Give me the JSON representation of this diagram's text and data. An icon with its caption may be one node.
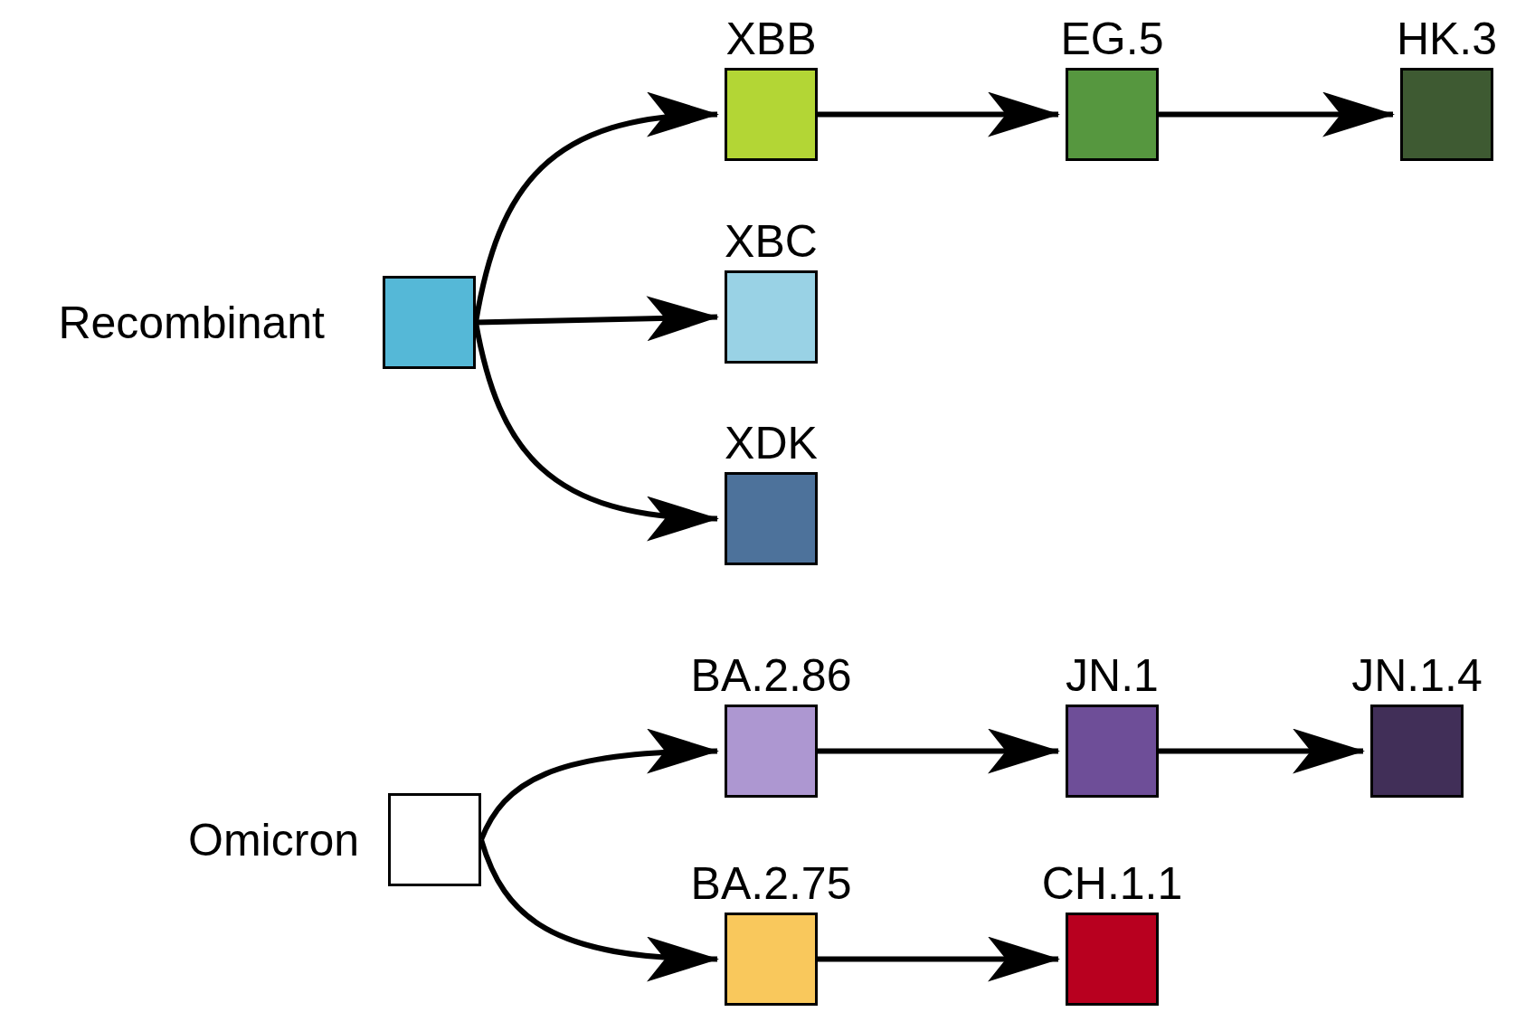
{
  "diagram": {
    "nodes": [
      {
        "text": [
          "Recombinant"
        ]
      },
      {
        "text": [
          "XBB"
        ]
      },
      {
        "text": [
          "EG.5"
        ]
      },
      {
        "text": [
          "HK.3"
        ]
      },
      {
        "text": [
          "XBC"
        ]
      },
      {
        "text": [
          "XDK"
        ]
      },
      {
        "text": [
          "Omicron"
        ]
      },
      {
        "text": [
          "BA.2.86"
        ]
      },
      {
        "text": [
          "JN.1"
        ]
      },
      {
        "text": [
          "JN.1.4"
        ]
      },
      {
        "text": [
          "BA.2.75"
        ]
      },
      {
        "text": [
          "CH.1.1"
        ]
      }
    ],
    "edges": [
      {
        "from": 0,
        "to": 1,
        "arrow": "to"
      },
      {
        "from": 0,
        "to": 4,
        "arrow": "to"
      },
      {
        "from": 0,
        "to": 5,
        "arrow": "to"
      },
      {
        "from": 1,
        "to": 2,
        "arrow": "to"
      },
      {
        "from": 2,
        "to": 3,
        "arrow": "to"
      },
      {
        "from": 6,
        "to": 7,
        "arrow": "to"
      },
      {
        "from": 6,
        "to": 10,
        "arrow": "to"
      },
      {
        "from": 7,
        "to": 8,
        "arrow": "to"
      },
      {
        "from": 8,
        "to": 9,
        "arrow": "to"
      },
      {
        "from": 10,
        "to": 11,
        "arrow": "to"
      }
    ]
  }
}
